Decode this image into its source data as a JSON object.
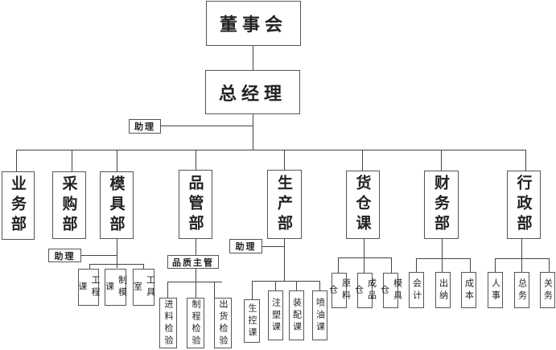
{
  "chart": {
    "board": "董事会",
    "general_manager": "总经理",
    "gm_assistant": "助理",
    "departments": [
      {
        "name": "业务部",
        "subs": []
      },
      {
        "name": "采购部",
        "subs": []
      },
      {
        "name": "模具部",
        "assistant": "助理",
        "subs": [
          "工程课",
          "制模课",
          "工具室"
        ]
      },
      {
        "name": "品管部",
        "supervisor": "品质主管",
        "subs": [
          "进料检验",
          "制程检验",
          "出货检验"
        ]
      },
      {
        "name": "生产部",
        "assistant": "助理",
        "subs": [
          "生控课",
          "注塑课",
          "装配课",
          "喷油课"
        ]
      },
      {
        "name": "货仓课",
        "subs": [
          "原料仓",
          "成品仓",
          "模具仓"
        ]
      },
      {
        "name": "财务部",
        "subs": [
          "会计",
          "出纳",
          "成本"
        ]
      },
      {
        "name": "行政部",
        "subs": [
          "人事",
          "总务",
          "关务"
        ]
      }
    ]
  },
  "colors": {
    "line": "#444444",
    "border": "#555555",
    "text": "#222222"
  }
}
